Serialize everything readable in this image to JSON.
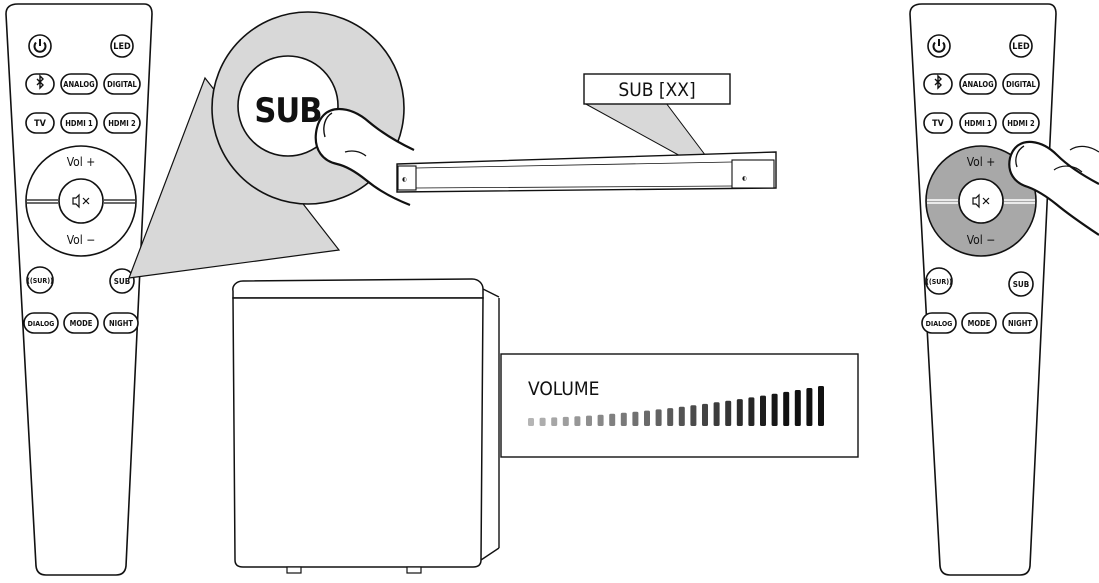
{
  "remote_left": {
    "buttons": {
      "power": "",
      "led": "LED",
      "bluetooth": "",
      "analog": "ANALOG",
      "digital": "DIGITAL",
      "tv": "TV",
      "hdmi1": "HDMI 1",
      "hdmi2": "HDMI 2",
      "vol_plus": "Vol +",
      "vol_minus": "Vol −",
      "mute": "",
      "sur": "((SUR))",
      "sub": "SUB",
      "dialog": "DIALOG",
      "mode": "MODE",
      "night": "NIGHT"
    }
  },
  "remote_right": {
    "buttons": {
      "power": "",
      "led": "LED",
      "bluetooth": "",
      "analog": "ANALOG",
      "digital": "DIGITAL",
      "tv": "TV",
      "hdmi1": "HDMI 1",
      "hdmi2": "HDMI 2",
      "vol_plus": "Vol +",
      "vol_minus": "Vol −",
      "mute": "",
      "sur": "((SUR))",
      "sub": "SUB",
      "dialog": "DIALOG",
      "mode": "MODE",
      "night": "NIGHT"
    },
    "vol_ring_color": "#a8a8a8"
  },
  "zoom": {
    "label": "SUB"
  },
  "soundbar": {
    "display_text": "SUB [XX]"
  },
  "volume_panel": {
    "label": "VOLUME",
    "level_total": 26
  },
  "icons": {
    "power": "power-icon",
    "bluetooth": "bluetooth-icon",
    "mute": "mute-icon",
    "hand": "pressing-hand-icon"
  },
  "colors": {
    "outline": "#111111",
    "highlight_gray": "#d8d8d8",
    "bar_light": "#b5b5b5",
    "bar_dark": "#111111"
  }
}
